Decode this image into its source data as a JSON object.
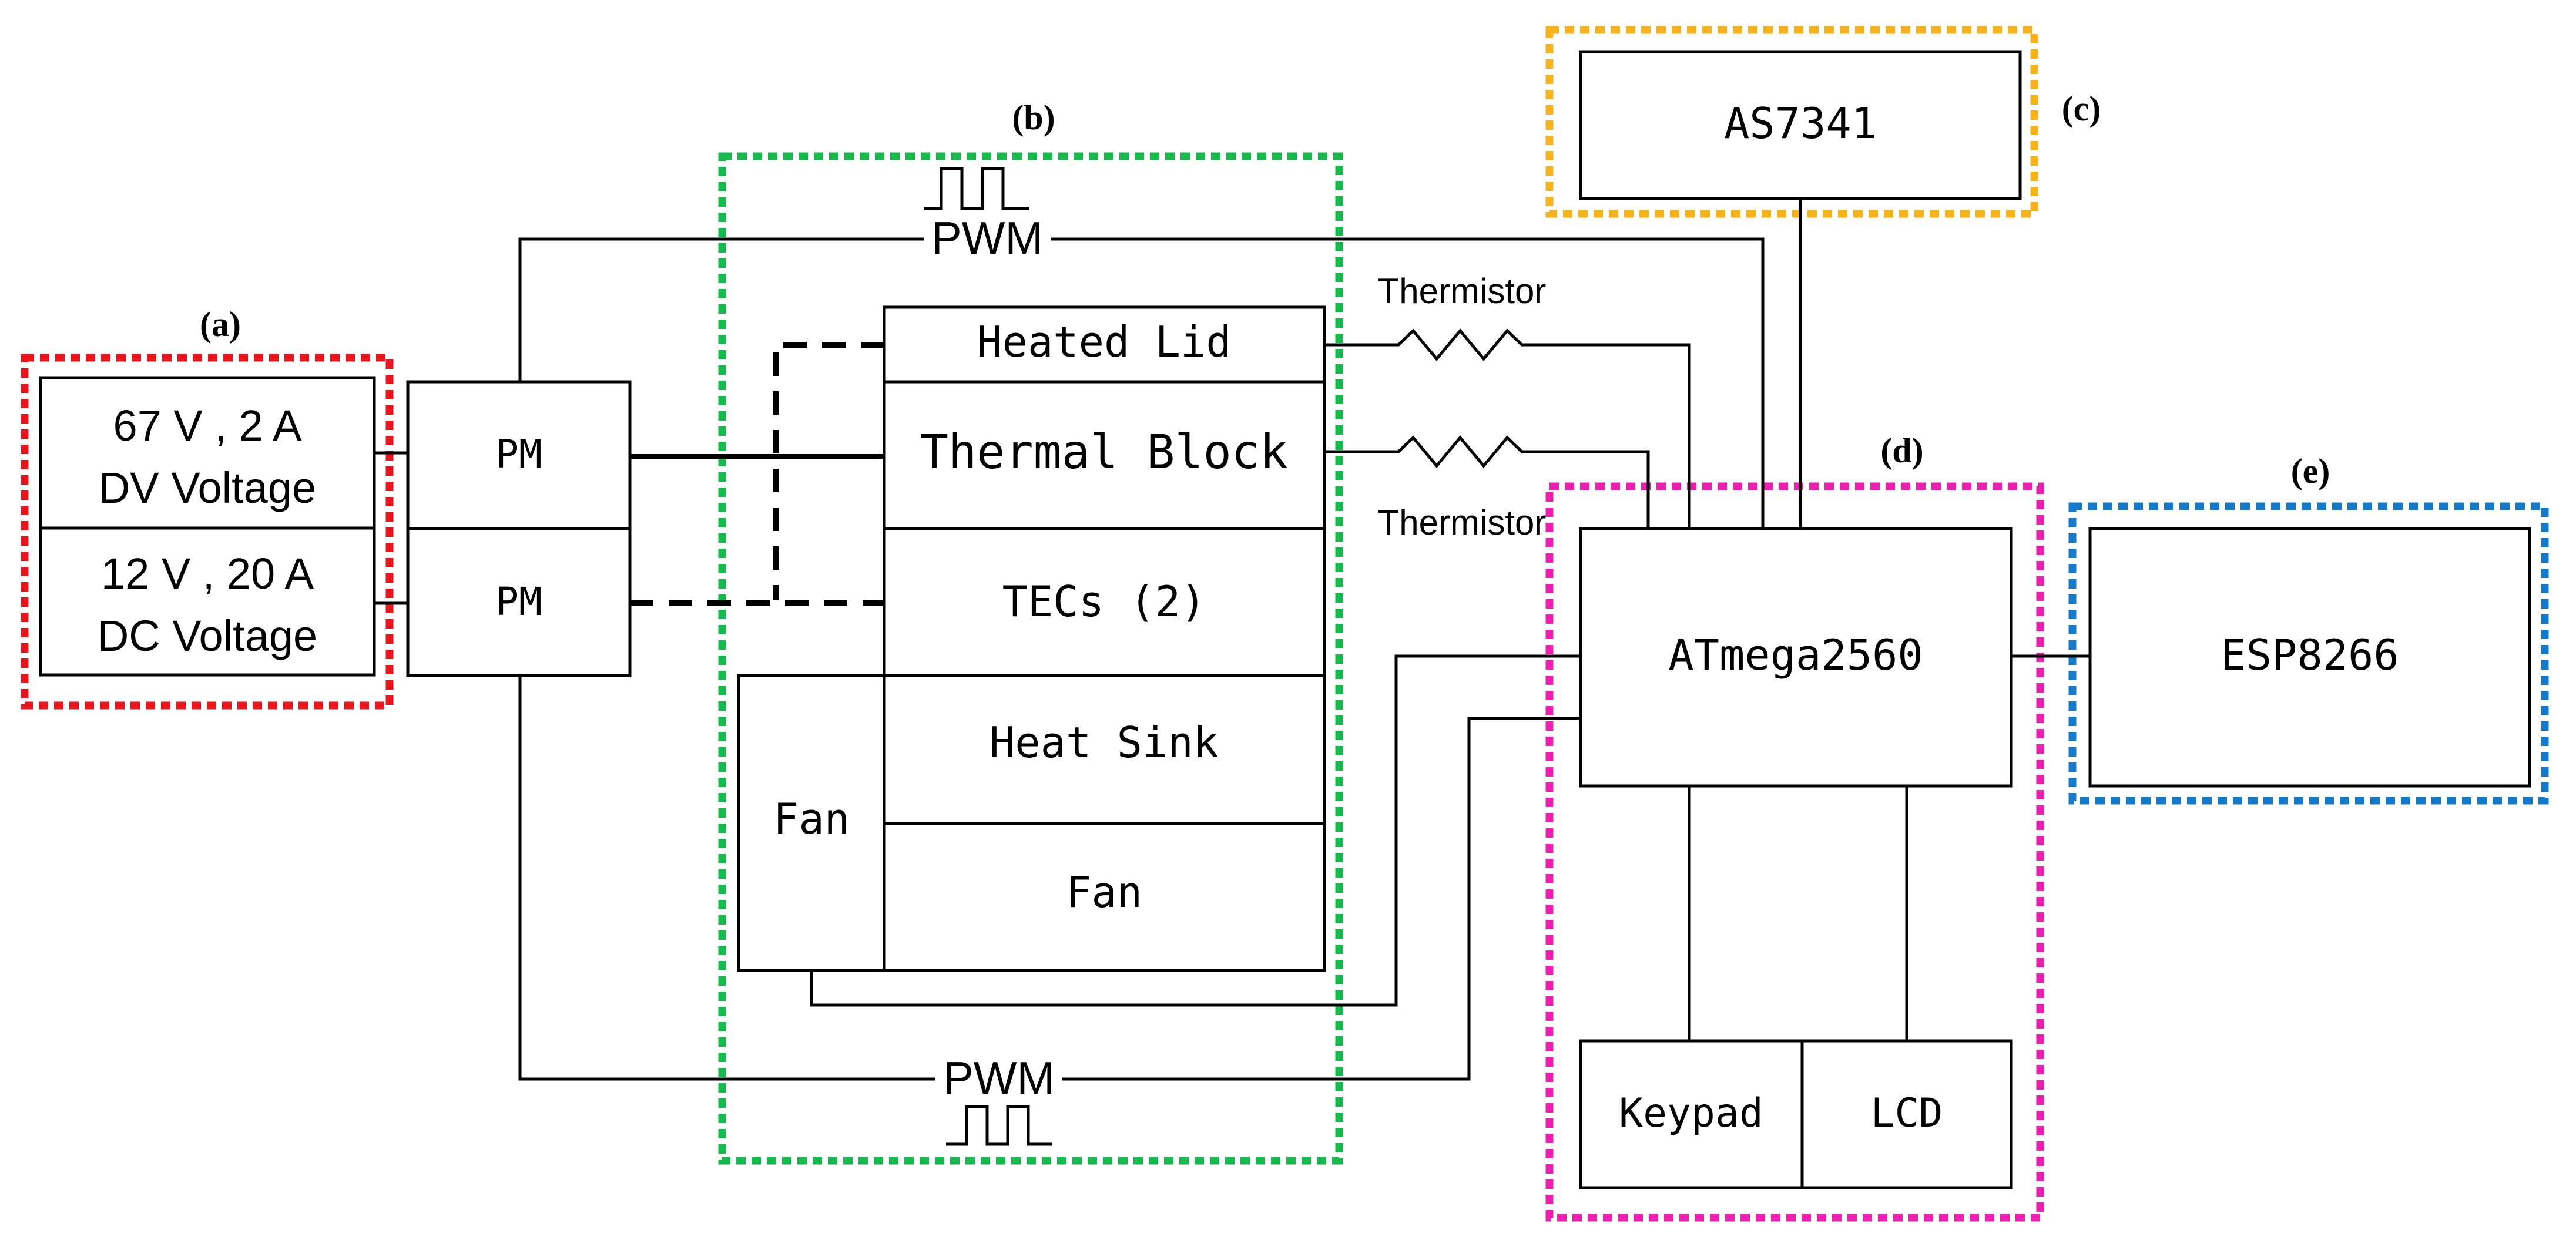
{
  "colors": {
    "group_a": "#e8141c",
    "group_b": "#17b84c",
    "group_c": "#f5b21a",
    "group_d": "#ee1eb0",
    "group_e": "#1479c8"
  },
  "group_labels": {
    "a": "(a)",
    "b": "(b)",
    "c": "(c)",
    "d": "(d)",
    "e": "(e)"
  },
  "power": {
    "supply_67_line1": "67 V , 2 A",
    "supply_67_line2": "DV Voltage",
    "supply_12_line1": "12 V , 20 A",
    "supply_12_line2": "DC Voltage",
    "pm_top": "PM",
    "pm_bottom": "PM"
  },
  "thermal": {
    "heated_lid": "Heated Lid",
    "thermal_block": "Thermal Block",
    "tecs": "TECs (2)",
    "heat_sink": "Heat Sink",
    "fan_side": "Fan",
    "fan_bottom": "Fan"
  },
  "signals": {
    "pwm_top": "PWM",
    "pwm_bottom": "PWM",
    "thermistor_top": "Thermistor",
    "thermistor_bottom": "Thermistor"
  },
  "sensor": {
    "as7341": "AS7341"
  },
  "controller": {
    "mcu": "ATmega2560",
    "keypad": "Keypad",
    "lcd": "LCD"
  },
  "wifi": {
    "esp8266": "ESP8266"
  }
}
